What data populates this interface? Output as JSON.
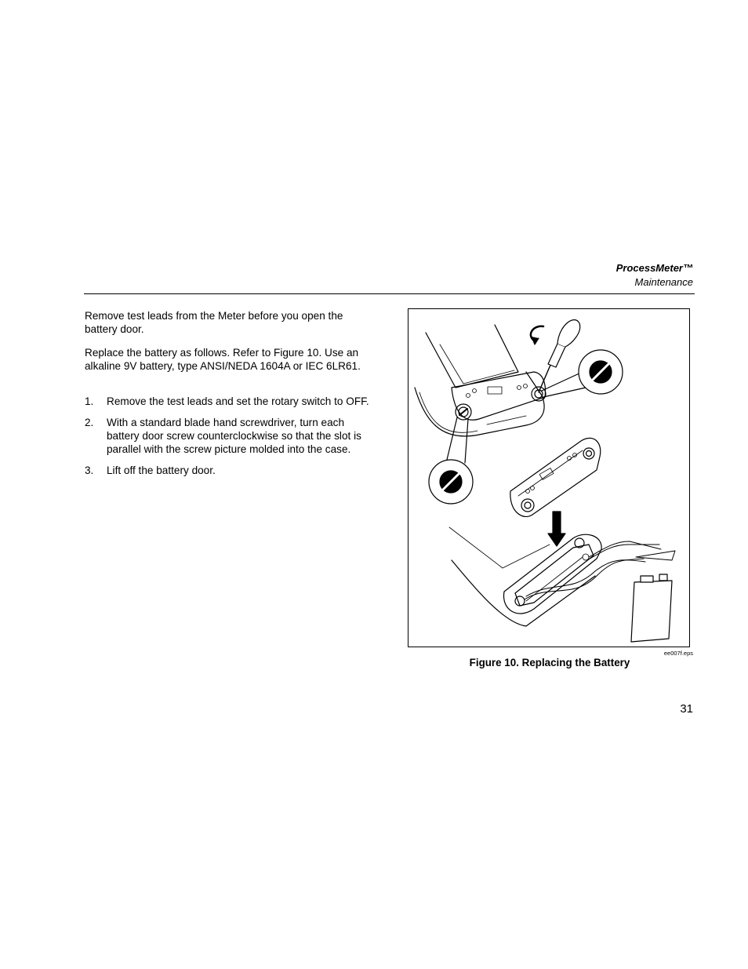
{
  "header": {
    "title": "ProcessMeter™",
    "subtitle": "Maintenance"
  },
  "body": {
    "paragraph1": "Remove test leads from the Meter before you open the battery door.",
    "paragraph2": "Replace the battery as follows. Refer to Figure 10. Use an alkaline 9V battery, type ANSI/NEDA 1604A or IEC 6LR61.",
    "steps": [
      {
        "num": "1.",
        "text": "Remove the test leads and set the rotary switch to OFF."
      },
      {
        "num": "2.",
        "text": "With a standard blade hand screwdriver, turn each battery door screw counterclockwise so that the slot is parallel with the screw picture molded into the case."
      },
      {
        "num": "3.",
        "text": "Lift off the battery door."
      }
    ]
  },
  "figure": {
    "file_ref": "ee007f.eps",
    "caption": "Figure 10. Replacing the Battery"
  },
  "footer": {
    "page_number": "31"
  }
}
